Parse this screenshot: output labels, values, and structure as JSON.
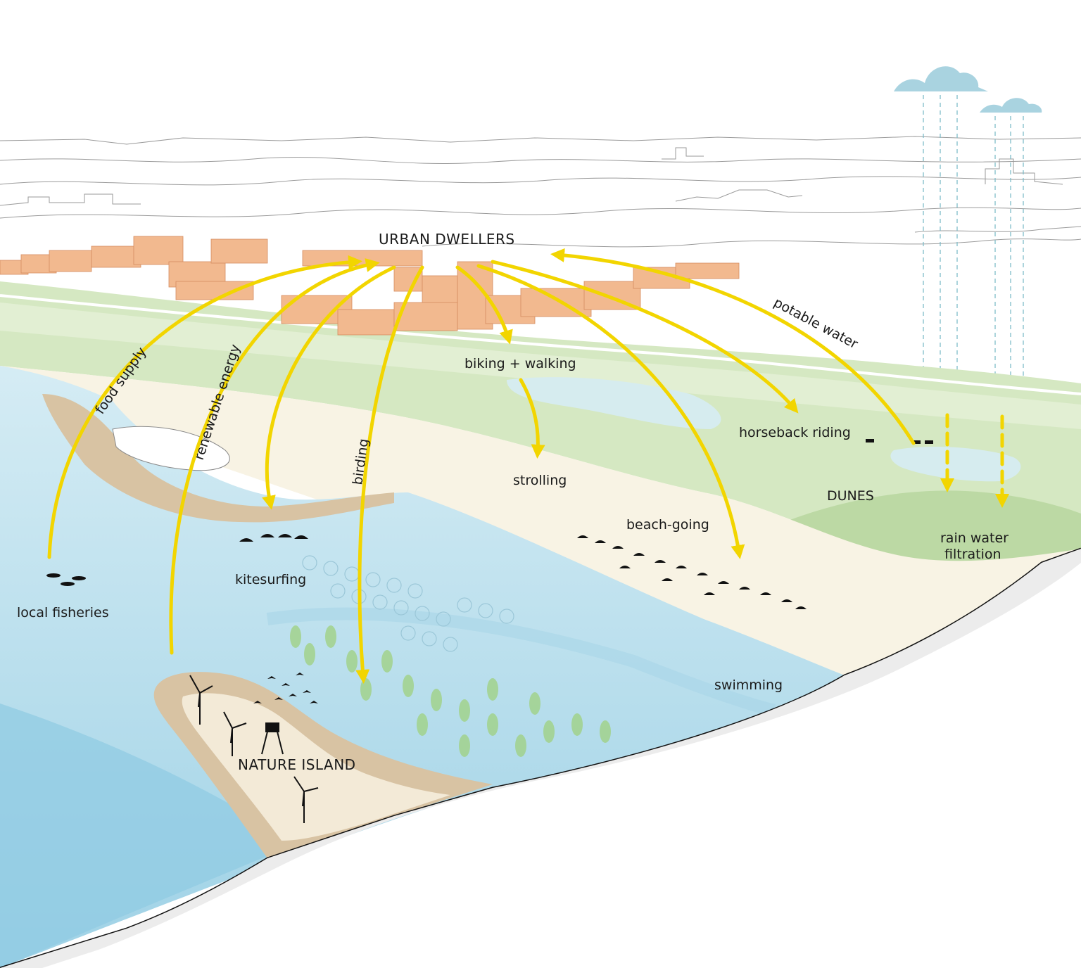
{
  "labels": {
    "urban_dwellers": "URBAN DWELLERS",
    "food_supply": "food supply",
    "renewable_energy": "renewable energy",
    "birding": "birding",
    "biking_walking": "biking + walking",
    "potable_water": "potable water",
    "horseback_riding": "horseback riding",
    "strolling": "strolling",
    "dunes": "DUNES",
    "beach_going": "beach-going",
    "rain_water_filtration_line1": "rain water",
    "rain_water_filtration_line2": "filtration",
    "kitesurfing": "kitesurfing",
    "local_fisheries": "local fisheries",
    "swimming": "swimming",
    "nature_island": "NATURE ISLAND"
  },
  "colors": {
    "arrow": "#f2d500",
    "city": "#f2b98f",
    "sea": "#bfe1ef",
    "sea_deep": "#8fcbe2",
    "beach": "#f8f3e4",
    "dune_green": "#cfe3b9",
    "island_sand": "#d8c3a3",
    "rain": "#7fbcc9",
    "cloud": "#a9d3e0",
    "ground_edge": "#111111"
  },
  "icons": [
    "cloud-icon",
    "wind-turbine-icon",
    "watch-tower-icon",
    "bird-icon",
    "fish-icon",
    "parasol-icon",
    "kite-icon",
    "horse-icon"
  ]
}
